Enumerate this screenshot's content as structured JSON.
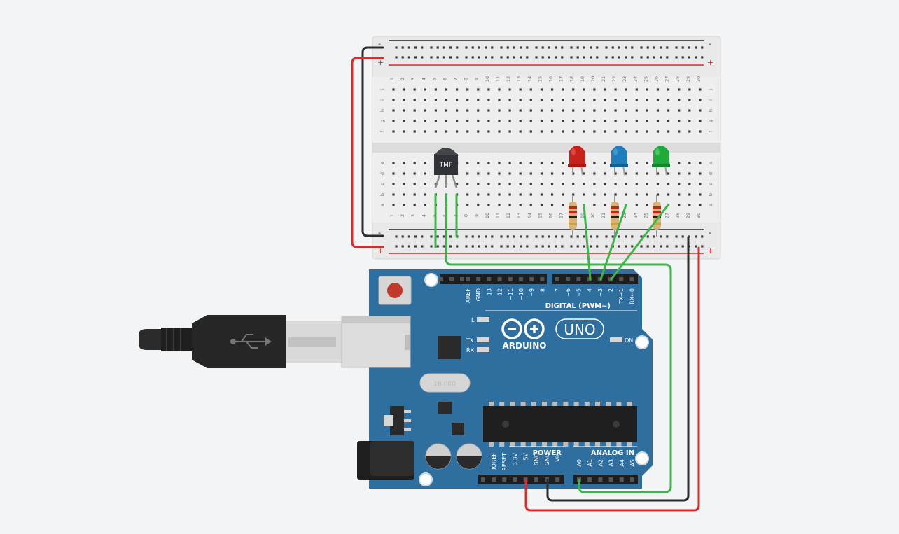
{
  "colors": {
    "background": "#f3f4f6",
    "breadboard": "#e9e9e9",
    "arduino_blue": "#2f6fa0",
    "wire_red": "#dd2b2b",
    "wire_black": "#2c2c2c",
    "wire_green": "#3db54a",
    "led_red": "#c9221b",
    "led_blue": "#1f7dbd",
    "led_green": "#1faa3c"
  },
  "breadboard": {
    "plus_sign": "+",
    "minus_sign": "-",
    "row_letters_top": [
      "j",
      "i",
      "h",
      "g",
      "f"
    ],
    "row_letters_bottom": [
      "e",
      "d",
      "c",
      "b",
      "a"
    ],
    "columns": [
      "1",
      "2",
      "3",
      "4",
      "5",
      "6",
      "7",
      "8",
      "9",
      "10",
      "11",
      "12",
      "13",
      "14",
      "15",
      "16",
      "17",
      "18",
      "19",
      "20",
      "21",
      "22",
      "23",
      "24",
      "25",
      "26",
      "27",
      "28",
      "29",
      "30"
    ]
  },
  "components": {
    "sensor_label": "TMP"
  },
  "arduino": {
    "brand": "ARDUINO",
    "model": "UNO",
    "on_label": "ON",
    "l_label": "L",
    "tx_label": "TX",
    "rx_label": "RX",
    "digital_title": "DIGITAL (PWM~)",
    "power_title": "POWER",
    "analog_title": "ANALOG IN",
    "crystal_text": "16.000",
    "digital_pins_left": [
      "AREF",
      "GND",
      "13",
      "12",
      "~11",
      "~10",
      "~9",
      "8"
    ],
    "digital_pins_right": [
      "7",
      "~6",
      "~5",
      "4",
      "~3",
      "2",
      "TX→1",
      "RX←0"
    ],
    "power_pins": [
      "IOREF",
      "RESET",
      "3.3V",
      "5V",
      "GND",
      "GND",
      "Vin"
    ],
    "analog_pins": [
      "A0",
      "A1",
      "A2",
      "A3",
      "A4",
      "A5"
    ]
  }
}
